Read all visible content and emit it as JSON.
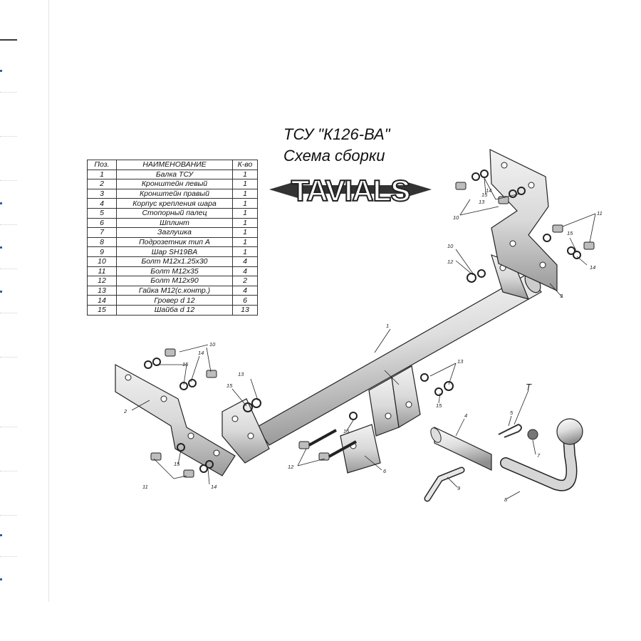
{
  "title": "ТСУ \"К126-ВА\"",
  "subtitle": "Схема сборки",
  "logo_text": "TAVIALS",
  "table": {
    "headers": [
      "Поз.",
      "НАИМЕНОВАНИЕ",
      "К-во"
    ],
    "rows": [
      {
        "pos": "1",
        "name": "Балка ТСУ",
        "qty": "1"
      },
      {
        "pos": "2",
        "name": "Кронштейн левый",
        "qty": "1"
      },
      {
        "pos": "3",
        "name": "Кронштейн правый",
        "qty": "1"
      },
      {
        "pos": "4",
        "name": "Корпус крепления шара",
        "qty": "1"
      },
      {
        "pos": "5",
        "name": "Стопорный палец",
        "qty": "1"
      },
      {
        "pos": "6",
        "name": "Шплинт",
        "qty": "1"
      },
      {
        "pos": "7",
        "name": "Заглушка",
        "qty": "1"
      },
      {
        "pos": "8",
        "name": "Подрозетник тип А",
        "qty": "1"
      },
      {
        "pos": "9",
        "name": "Шар SH19BA",
        "qty": "1"
      },
      {
        "pos": "10",
        "name": "Болт М12х1.25х30",
        "qty": "4"
      },
      {
        "pos": "11",
        "name": "Болт М12х35",
        "qty": "4"
      },
      {
        "pos": "12",
        "name": "Болт М12х90",
        "qty": "2"
      },
      {
        "pos": "13",
        "name": "Гайка М12(с.контр.)",
        "qty": "4"
      },
      {
        "pos": "14",
        "name": "Гровер d 12",
        "qty": "6"
      },
      {
        "pos": "15",
        "name": "Шайба d 12",
        "qty": "13"
      }
    ]
  },
  "callouts": {
    "c1": "1",
    "c2": "2",
    "c3": "3",
    "c4": "4",
    "c5": "5",
    "c6": "6",
    "c7": "7",
    "c8": "8",
    "c9": "9",
    "c10a": "10",
    "c10b": "10",
    "c10c": "10",
    "c11a": "11",
    "c11b": "11",
    "c12a": "12",
    "c12b": "12",
    "c13a": "13",
    "c13b": "13",
    "c13c": "13",
    "c14a": "14",
    "c14b": "14",
    "c14c": "14",
    "c14d": "14",
    "c15a": "15",
    "c15b": "15",
    "c15c": "15",
    "c15d": "15",
    "c15e": "15",
    "c15f": "15",
    "c15g": "15",
    "cT": "T"
  }
}
